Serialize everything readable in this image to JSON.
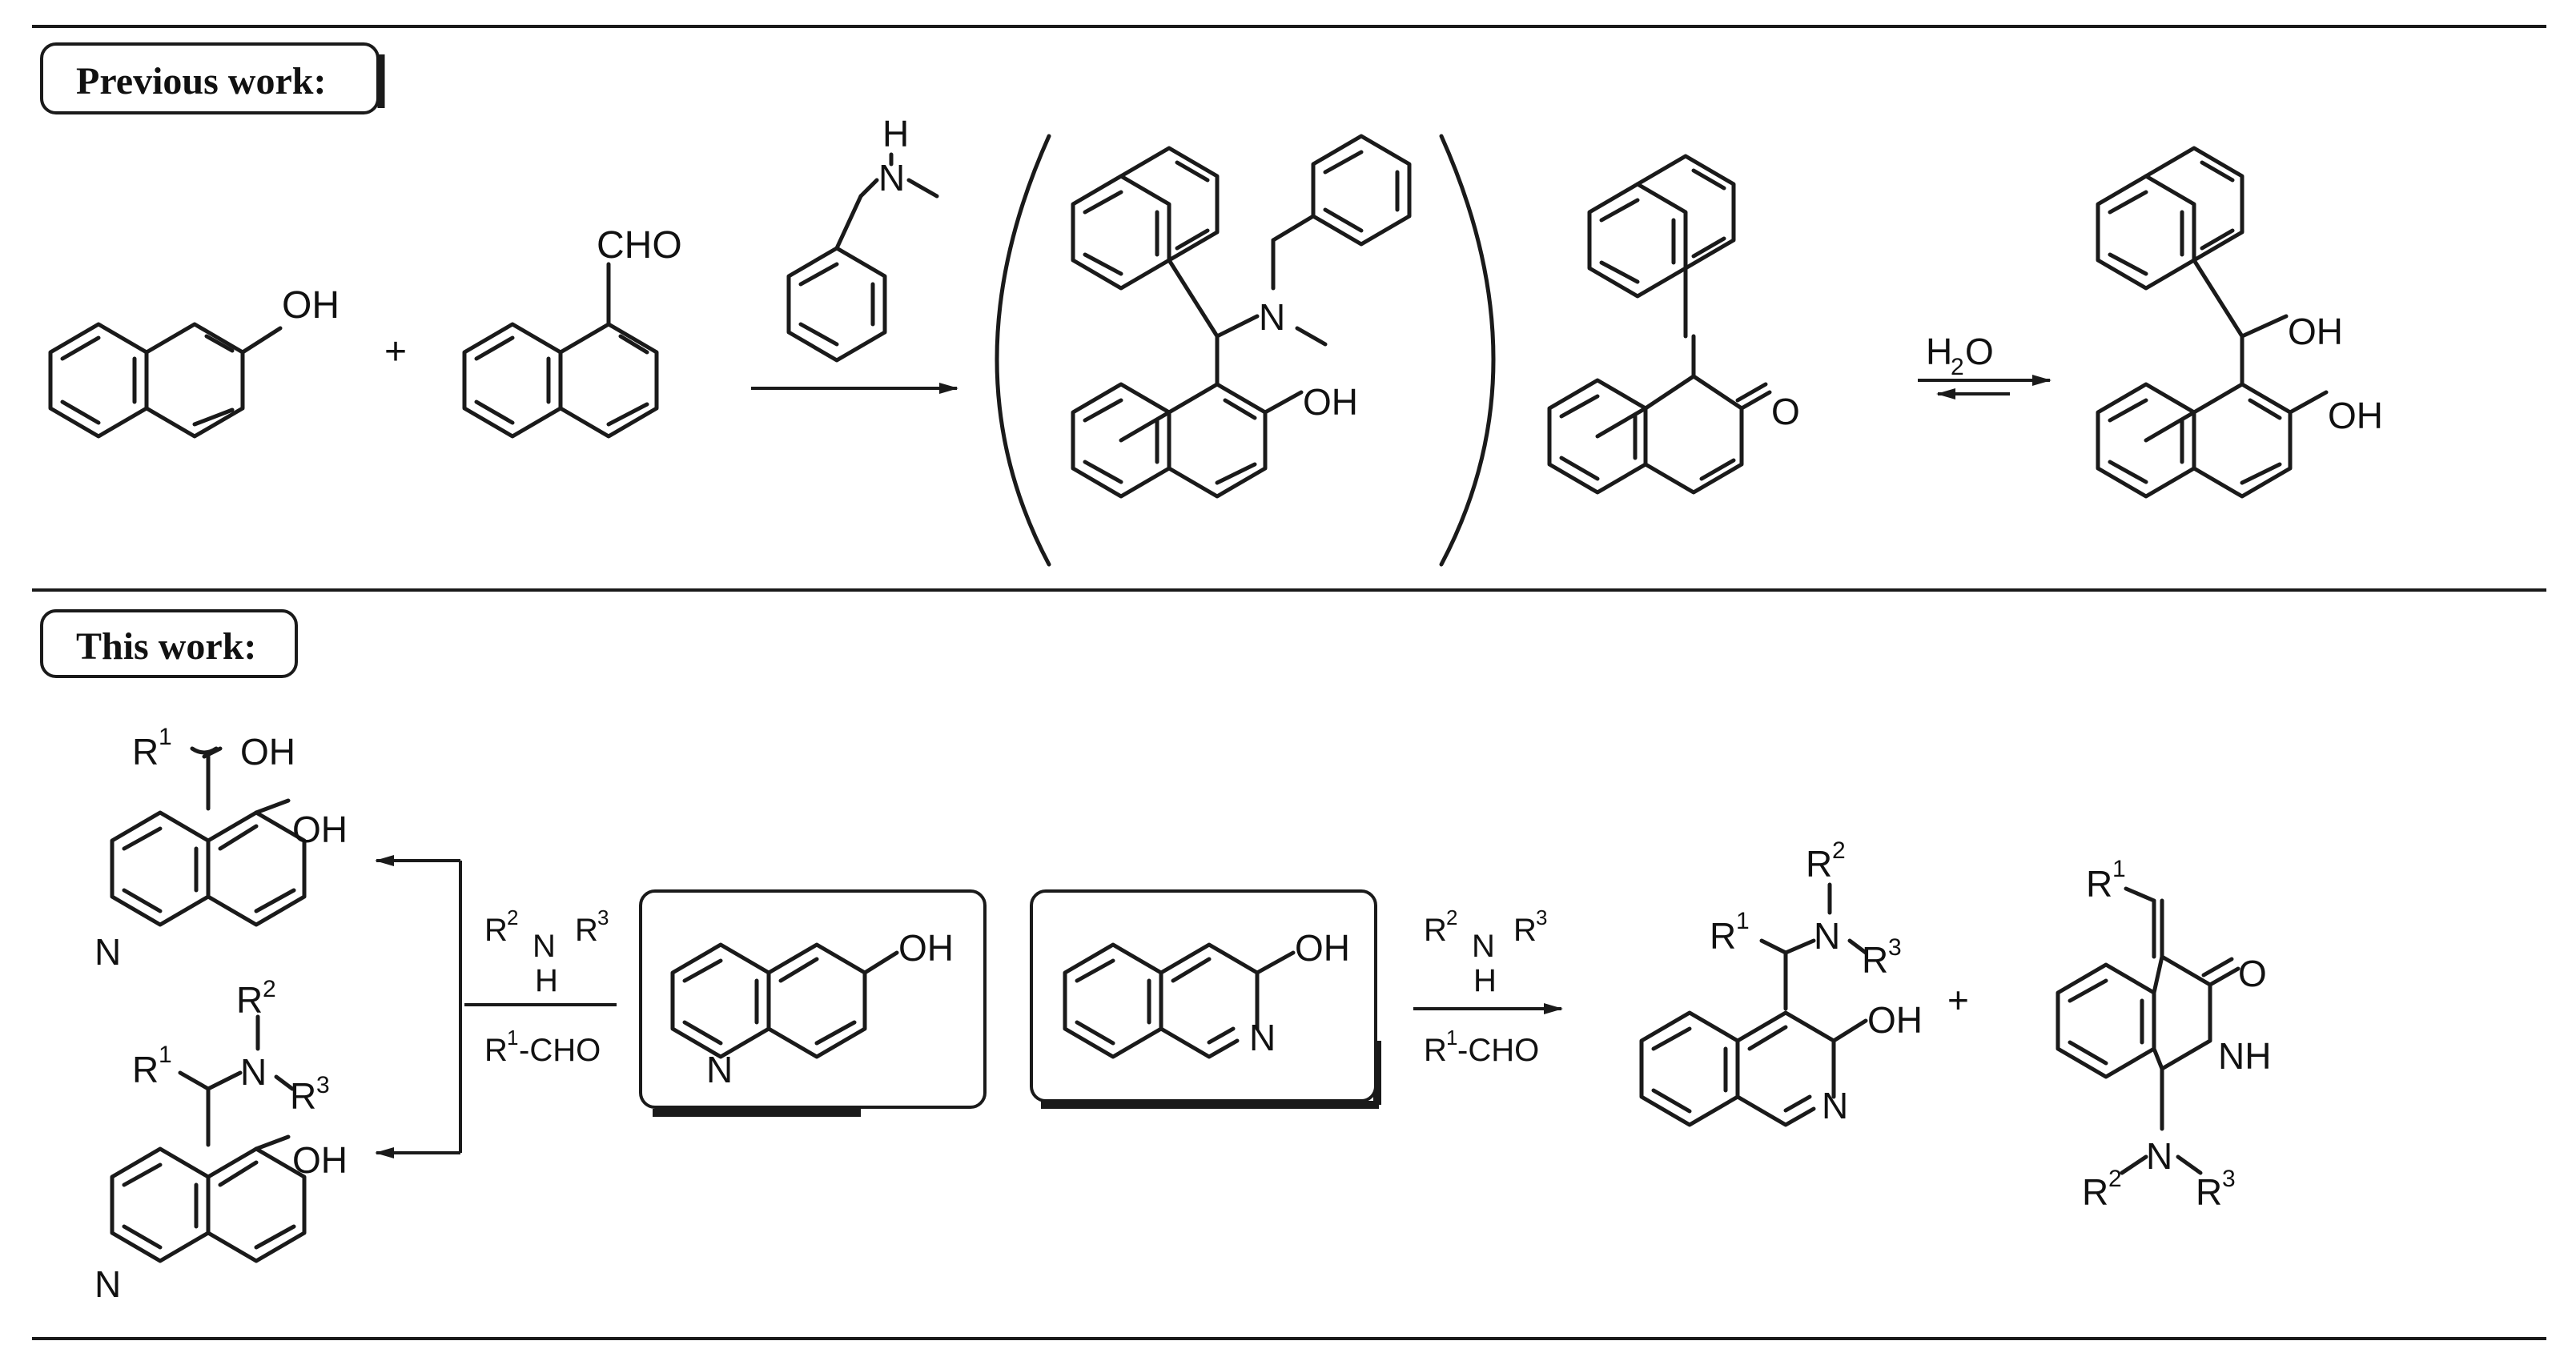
{
  "sections": {
    "previous_label": "Previous work:",
    "this_label": "This work:"
  },
  "previous": {
    "plus": "+",
    "naphthol_oh": "OH",
    "aldehyde_cho": "CHO",
    "amine_nh": "H",
    "amine_n": "N",
    "int_n": "N",
    "int_oh": "OH",
    "quinone_o": "O",
    "water": "H",
    "water_sub": "2",
    "water_o": "O",
    "prod_oh1": "OH",
    "prod_oh2": "OH"
  },
  "this": {
    "top_r": "R",
    "top_r_sup": "1",
    "top_oh1": "OH",
    "top_oh2": "OH",
    "top_n": "N",
    "bot_r1": "R",
    "bot_r1_sup": "1",
    "bot_n_amine": "N",
    "bot_r2": "R",
    "bot_r2_sup": "2",
    "bot_r3": "R",
    "bot_r3_sup": "3",
    "bot_oh": "OH",
    "bot_n": "N",
    "left_amine_r2": "R",
    "left_amine_r2_sup": "2",
    "left_amine_n": "N",
    "left_amine_r3": "R",
    "left_amine_r3_sup": "3",
    "left_amine_h": "H",
    "left_aldehyde": "R",
    "left_aldehyde_sup": "1",
    "left_aldehyde_tail": "-CHO",
    "q_oh": "OH",
    "q_n": "N",
    "iq_oh": "OH",
    "iq_n": "N",
    "right_amine_r2": "R",
    "right_amine_r2_sup": "2",
    "right_amine_n": "N",
    "right_amine_r3": "R",
    "right_amine_r3_sup": "3",
    "right_amine_h": "H",
    "right_aldehyde": "R",
    "right_aldehyde_sup": "1",
    "right_aldehyde_tail": "-CHO",
    "p1_r1": "R",
    "p1_r1_sup": "1",
    "p1_n": "N",
    "p1_r2": "R",
    "p1_r2_sup": "2",
    "p1_r3": "R",
    "p1_r3_sup": "3",
    "p1_oh": "OH",
    "p1_ring_n": "N",
    "plus": "+",
    "p2_r1": "R",
    "p2_r1_sup": "1",
    "p2_o": "O",
    "p2_nh": "NH",
    "p2_n": "N",
    "p2_r2": "R",
    "p2_r2_sup": "2",
    "p2_r3": "R",
    "p2_r3_sup": "3"
  }
}
